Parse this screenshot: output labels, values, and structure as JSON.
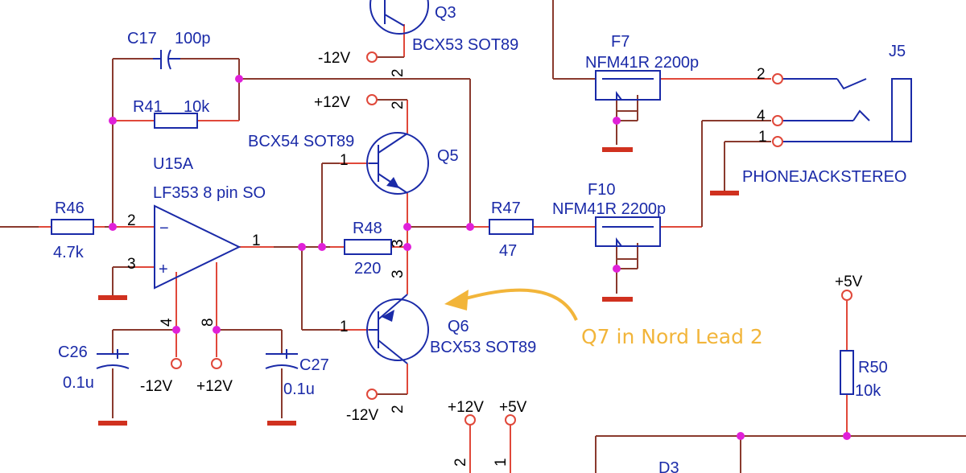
{
  "colors": {
    "wire": "#8a3a2e",
    "pin": "#e0483a",
    "component": "#1a2aa8",
    "junction": "#e020d8",
    "ground": "#d0311f",
    "annotation": "#f2b53a"
  },
  "components": {
    "c17": {
      "ref": "C17",
      "value": "100p"
    },
    "r41": {
      "ref": "R41",
      "value": "10k"
    },
    "u15a": {
      "ref": "U15A",
      "value": "LF353 8 pin SO"
    },
    "r46": {
      "ref": "R46",
      "value": "4.7k"
    },
    "r48": {
      "ref": "R48",
      "value": "220"
    },
    "r47": {
      "ref": "R47",
      "value": "47"
    },
    "q3": {
      "ref": "Q3",
      "value": "BCX53 SOT89"
    },
    "q5": {
      "ref": "Q5",
      "value": "BCX54 SOT89"
    },
    "q6": {
      "ref": "Q6",
      "value": "BCX53 SOT89"
    },
    "f7": {
      "ref": "F7",
      "value": "NFM41R 2200p"
    },
    "f10": {
      "ref": "F10",
      "value": "NFM41R 2200p"
    },
    "j5": {
      "ref": "J5",
      "value": "PHONEJACKSTEREO"
    },
    "c26": {
      "ref": "C26",
      "value": "0.1u"
    },
    "c27": {
      "ref": "C27",
      "value": "0.1u"
    },
    "r50": {
      "ref": "R50",
      "value": "10k"
    },
    "d3": {
      "ref": "D3"
    }
  },
  "power": {
    "q3_vneg": "-12V",
    "q5_vpos": "+12V",
    "q6_vneg": "-12V",
    "u_vneg": "-12V",
    "u_vpos": "+12V",
    "bottom_vpos": "+12V",
    "bottom_5v": "+5V",
    "r50_5v": "+5V"
  },
  "pins": {
    "u_inv": "2",
    "u_noninv": "3",
    "u_out": "1",
    "u_v4": "4",
    "u_v8": "8",
    "q3_c": "2",
    "q5_c": "2",
    "q5_b": "1",
    "q5_e": "3",
    "q6_e": "3",
    "q6_b": "1",
    "q6_c": "2",
    "j5_p2": "2",
    "j5_p4": "4",
    "j5_p1": "1",
    "bot_2": "2",
    "bot_1": "1"
  },
  "symbols": {
    "opamp_minus": "−",
    "opamp_plus": "+"
  },
  "annotation": {
    "text": "Q7 in Nord Lead 2"
  }
}
